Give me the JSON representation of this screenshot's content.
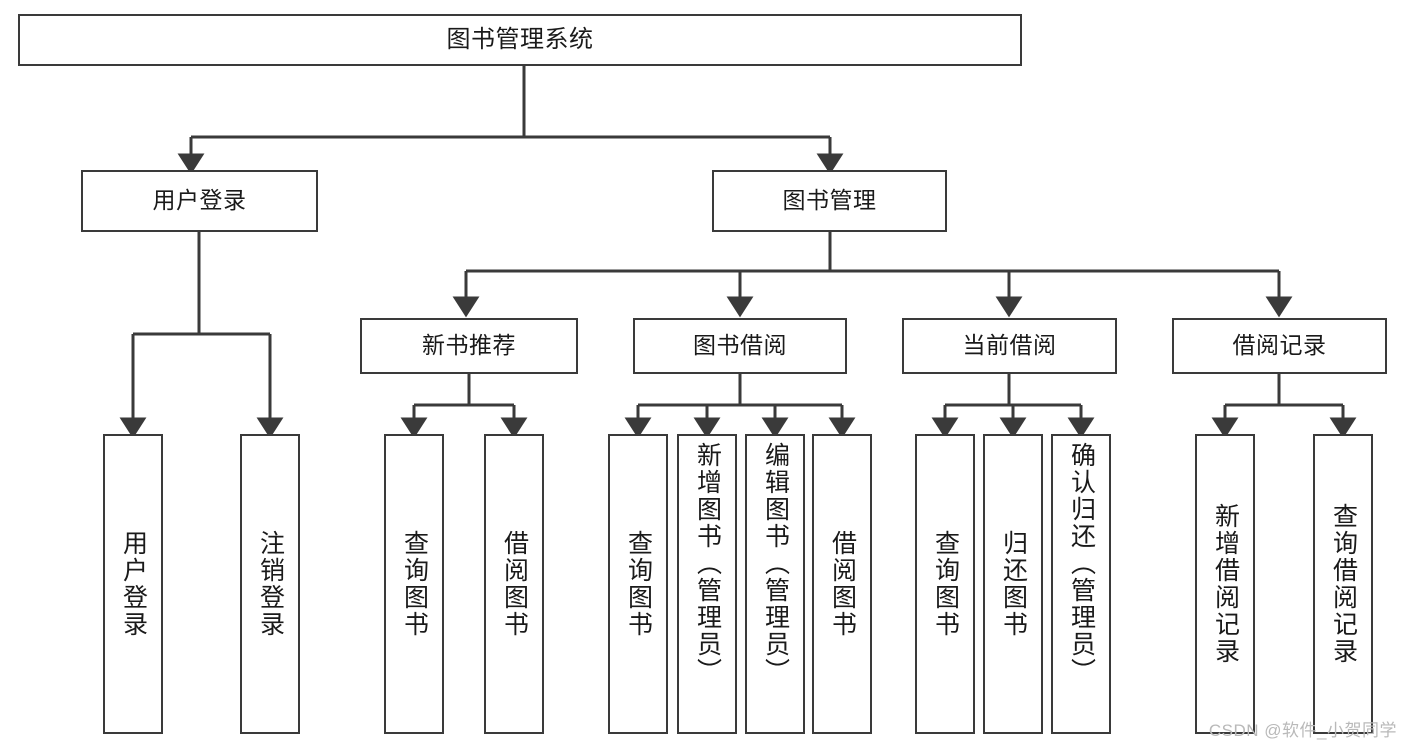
{
  "diagram": {
    "type": "tree-hierarchy-chart",
    "title": "图书管理系统",
    "line_color": "#3a3a3a",
    "box_fill": "#ffffff",
    "text_color": "#1a1a1a",
    "root": {
      "label": "图书管理系统",
      "orientation": "horizontal"
    },
    "level2": [
      {
        "label": "用户登录",
        "orientation": "horizontal"
      },
      {
        "label": "图书管理",
        "orientation": "horizontal"
      }
    ],
    "level3": [
      {
        "label": "新书推荐",
        "orientation": "horizontal"
      },
      {
        "label": "图书借阅",
        "orientation": "horizontal"
      },
      {
        "label": "当前借阅",
        "orientation": "horizontal"
      },
      {
        "label": "借阅记录",
        "orientation": "horizontal"
      }
    ],
    "leaves": {
      "user_login": [
        {
          "label": "用户登录",
          "orientation": "vertical"
        },
        {
          "label": "注销登录",
          "orientation": "vertical"
        }
      ],
      "new_book_recommend": [
        {
          "label": "查询图书",
          "orientation": "vertical"
        },
        {
          "label": "借阅图书",
          "orientation": "vertical"
        }
      ],
      "book_borrow": [
        {
          "label": "查询图书",
          "orientation": "vertical"
        },
        {
          "label": "新增图书（管理员）",
          "orientation": "vertical"
        },
        {
          "label": "编辑图书（管理员）",
          "orientation": "vertical"
        },
        {
          "label": "借阅图书",
          "orientation": "vertical"
        }
      ],
      "current_borrow": [
        {
          "label": "查询图书",
          "orientation": "vertical"
        },
        {
          "label": "归还图书",
          "orientation": "vertical"
        },
        {
          "label": "确认归还（管理员）",
          "orientation": "vertical"
        }
      ],
      "borrow_record": [
        {
          "label": "新增借阅记录",
          "orientation": "vertical"
        },
        {
          "label": "查询借阅记录",
          "orientation": "vertical"
        }
      ]
    }
  },
  "watermark": {
    "text": "CSDN @软件_小贺同学"
  }
}
